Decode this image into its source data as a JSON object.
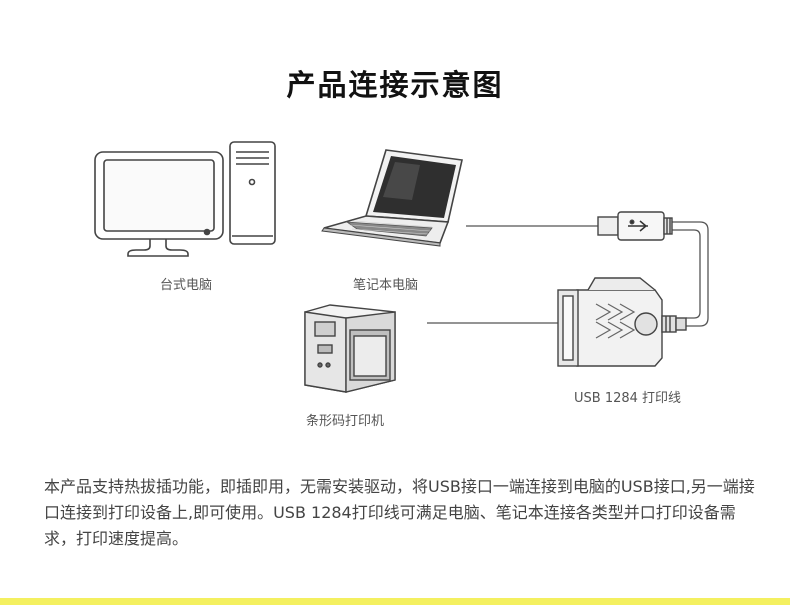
{
  "title": "产品连接示意图",
  "devices": {
    "desktop_label": "台式电脑",
    "laptop_label": "笔记本电脑",
    "printer_label": "条形码打印机",
    "cable_label": "USB 1284 打印线"
  },
  "description": "本产品支持热拔插功能，即插即用，无需安装驱动，将USB接口一端连接到电脑的USB接口,另一端接口连接到打印设备上,即可使用。USB 1284打印线可满足电脑、笔记本连接各类型并口打印设备需求，打印速度提高。",
  "colors": {
    "accent_band": "#f4f060",
    "line": "#555555"
  }
}
